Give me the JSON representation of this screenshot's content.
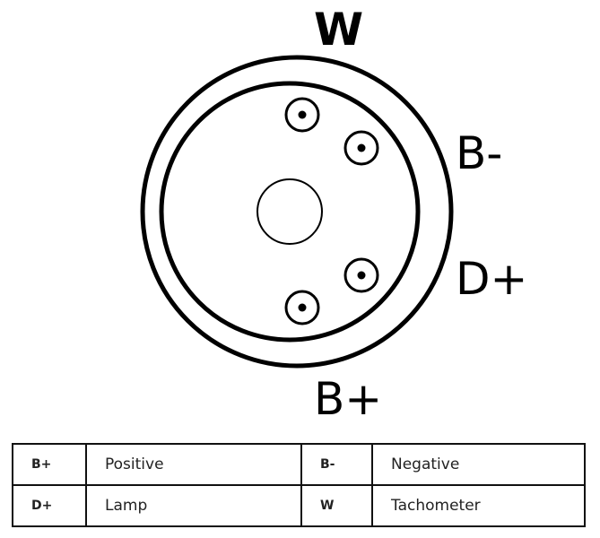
{
  "labels": {
    "w": "W",
    "b_minus": "B-",
    "d_plus": "D+",
    "b_plus": "B+"
  },
  "legend": [
    {
      "code": "B+",
      "desc": "Positive",
      "code2": "B-",
      "desc2": "Negative"
    },
    {
      "code": "D+",
      "desc": "Lamp",
      "code2": "W",
      "desc2": "Tachometer"
    }
  ]
}
